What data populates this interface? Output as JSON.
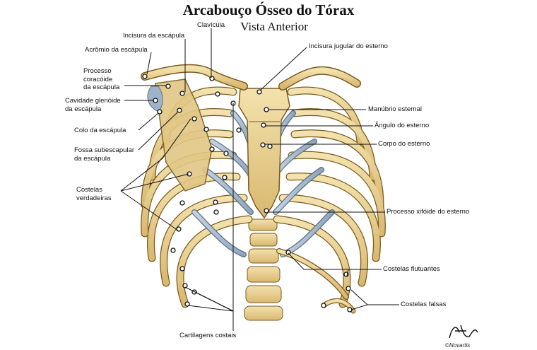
{
  "title": "Arcabouço Ósseo do Tórax",
  "subtitle": "Vista Anterior",
  "labels": {
    "clavicula": "Clavícula",
    "incisura_escapula": "Incisura da escápula",
    "acromio": "Acrômio da escápula",
    "processo_coracoide_1": "Processo",
    "processo_coracoide_2": "coracóide",
    "processo_coracoide_3": "da escápula",
    "cavidade_glenoide_1": "Cavidade glenóide",
    "cavidade_glenoide_2": "da escápula",
    "colo_escapula": "Colo da escápula",
    "fossa_subescapular_1": "Fossa subescapular",
    "fossa_subescapular_2": "da escápula",
    "costelas_verdadeiras_1": "Costelas",
    "costelas_verdadeiras_2": "verdadeiras",
    "cartilagens_costais": "Cartilagens costais",
    "incisura_jugular": "Incisura jugular do esterno",
    "manubrio": "Manúbrio esternal",
    "angulo_esterno": "Ângulo do esterno",
    "corpo_esterno": "Corpo do esterno",
    "processo_xifoide": "Processo xifóide do esterno",
    "costelas_flutuantes": "Costelas flutuantes",
    "costelas_falsas": "Costelas falsas"
  },
  "signature": "F. Netter",
  "copyright": "©Novartis",
  "colors": {
    "bone": "#e8cf8c",
    "bone_edge": "#7a5a1e",
    "cartilage": "#a9bfd3",
    "cartilage_edge": "#5b6f84",
    "leader": "#111111"
  }
}
